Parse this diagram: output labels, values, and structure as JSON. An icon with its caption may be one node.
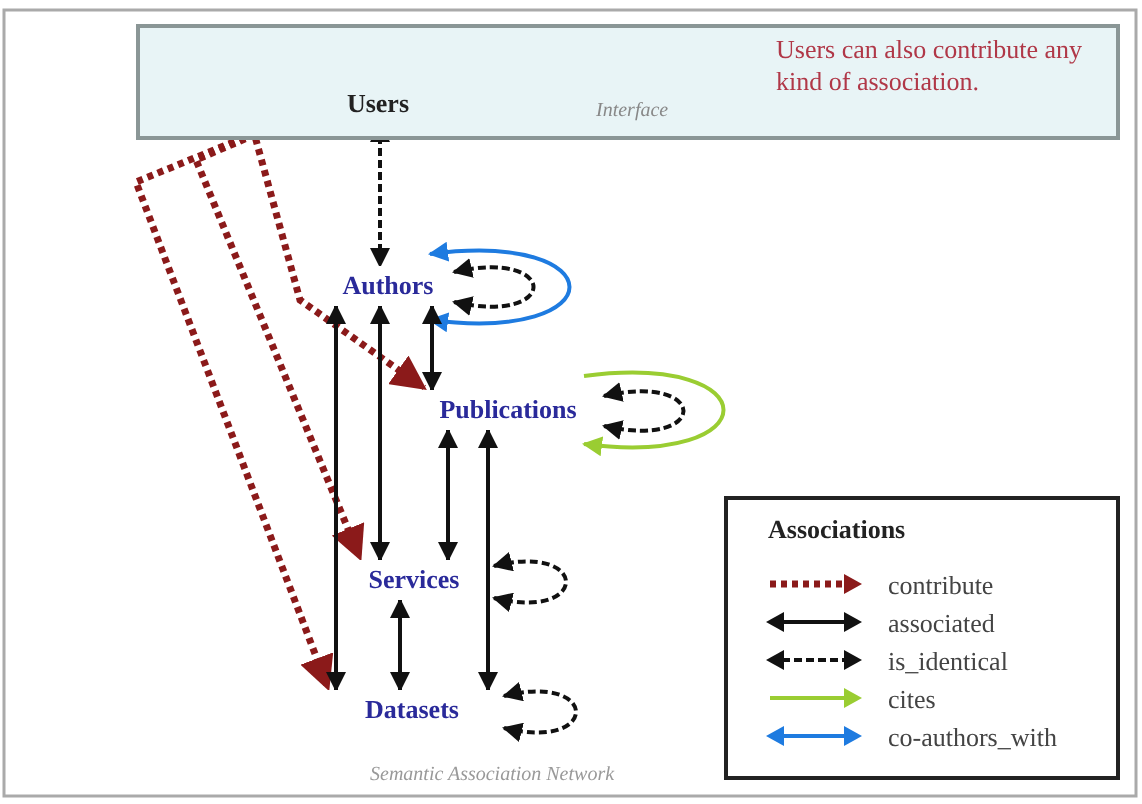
{
  "diagram": {
    "nodes": [
      {
        "text": [
          "Users can also contribute any kind of association.",
          "Interface"
        ]
      },
      {
        "text": [
          "Users"
        ],
        "in": 0
      },
      {
        "text": [
          "Authors"
        ]
      },
      {
        "text": [
          "Publications"
        ]
      },
      {
        "text": [
          "Services"
        ]
      },
      {
        "text": [
          "Datasets"
        ]
      }
    ],
    "edges": [
      {
        "from": 1,
        "to": 2,
        "arrow": "both",
        "style": "dashed"
      },
      {
        "from": 1,
        "to": 3,
        "arrow": "to",
        "style": "dashed",
        "color": "#8b1a1a"
      },
      {
        "from": 1,
        "to": 4,
        "arrow": "to",
        "style": "dashed",
        "color": "#8b1a1a"
      },
      {
        "from": 1,
        "to": 5,
        "arrow": "to",
        "style": "dashed",
        "color": "#8b1a1a"
      },
      {
        "from": 2,
        "to": 2,
        "arrow": "both",
        "color": "#1e7be0"
      },
      {
        "from": 2,
        "to": 2,
        "arrow": "both",
        "style": "dashed"
      },
      {
        "from": 2,
        "to": 3,
        "arrow": "both"
      },
      {
        "from": 2,
        "to": 4,
        "arrow": "both"
      },
      {
        "from": 2,
        "to": 5,
        "arrow": "both"
      },
      {
        "from": 3,
        "to": 3,
        "arrow": "to",
        "color": "#9acd32"
      },
      {
        "from": 3,
        "to": 3,
        "arrow": "both",
        "style": "dashed"
      },
      {
        "from": 3,
        "to": 4,
        "arrow": "both"
      },
      {
        "from": 3,
        "to": 5,
        "arrow": "both"
      },
      {
        "from": 4,
        "to": 4,
        "arrow": "both",
        "style": "dashed"
      },
      {
        "from": 4,
        "to": 5,
        "arrow": "both"
      },
      {
        "from": 5,
        "to": 5,
        "arrow": "both",
        "style": "dashed"
      }
    ],
    "labels": [
      "Associations",
      "Semantic Association Network"
    ],
    "legend": [
      {
        "text": "contribute"
      },
      {
        "text": "associated"
      },
      {
        "text": "is_identical"
      },
      {
        "text": "cites"
      },
      {
        "text": "co-authors_with"
      }
    ]
  }
}
